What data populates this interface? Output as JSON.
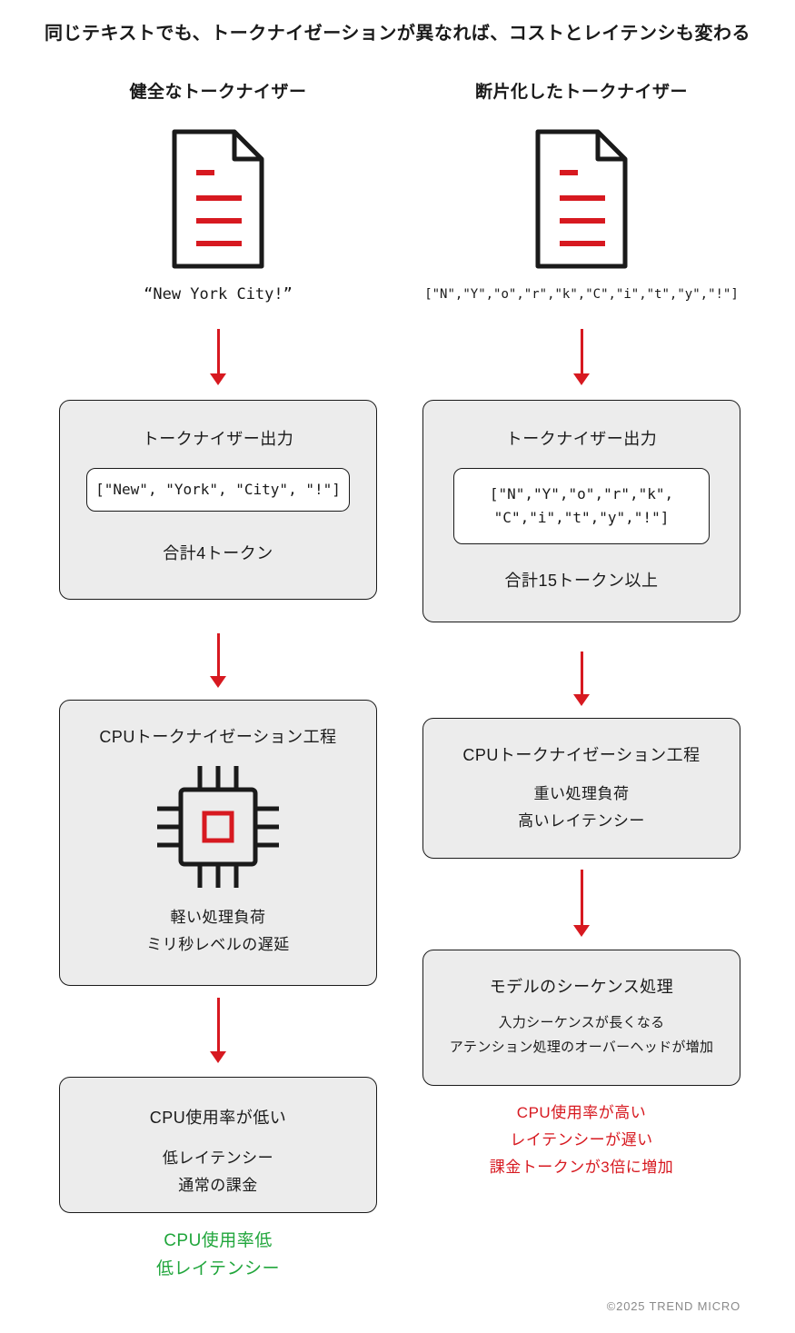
{
  "title": "同じテキストでも、トークナイゼーションが異なれば、コストとレイテンシも変わる",
  "footer": "©2025 TREND MICRO",
  "icons": {
    "document": "document-with-red-text-lines-icon",
    "cpu": "cpu-chip-with-red-core-icon",
    "arrow": "red-down-arrow"
  },
  "colors": {
    "accent_red": "#d71920",
    "accent_green": "#21a63c",
    "box_background": "#ececec",
    "outline": "#1a1a1a"
  },
  "left": {
    "header": "健全なトークナイザー",
    "input_text": "“New York City!”",
    "tokenizer_box": {
      "title": "トークナイザー出力",
      "tokens": "[\"New\", \"York\", \"City\", \"!\"]",
      "total": "合計4トークン"
    },
    "cpu_box": {
      "title": "CPUトークナイゼーション工程",
      "line1": "軽い処理負荷",
      "line2": "ミリ秒レベルの遅延"
    },
    "result_box": {
      "title": "CPU使用率が低い",
      "line1": "低レイテンシー",
      "line2": "通常の課金"
    },
    "summary": {
      "line1": "CPU使用率低",
      "line2": "低レイテンシー"
    }
  },
  "right": {
    "header": "断片化したトークナイザー",
    "input_text": "[\"N\",\"Y\",\"o\",\"r\",\"k\",\"C\",\"i\",\"t\",\"y\",\"!\"]",
    "tokenizer_box": {
      "title": "トークナイザー出力",
      "tokens_line1": "[\"N\",\"Y\",\"o\",\"r\",\"k\",",
      "tokens_line2": "\"C\",\"i\",\"t\",\"y\",\"!\"]",
      "total": "合計15トークン以上"
    },
    "cpu_box": {
      "title": "CPUトークナイゼーション工程",
      "line1": "重い処理負荷",
      "line2": "高いレイテンシー"
    },
    "model_box": {
      "title": "モデルのシーケンス処理",
      "line1": "入力シーケンスが長くなる",
      "line2": "アテンション処理のオーバーヘッドが増加"
    },
    "summary": {
      "line1": "CPU使用率が高い",
      "line2": "レイテンシーが遅い",
      "line3": "課金トークンが3倍に増加"
    }
  }
}
